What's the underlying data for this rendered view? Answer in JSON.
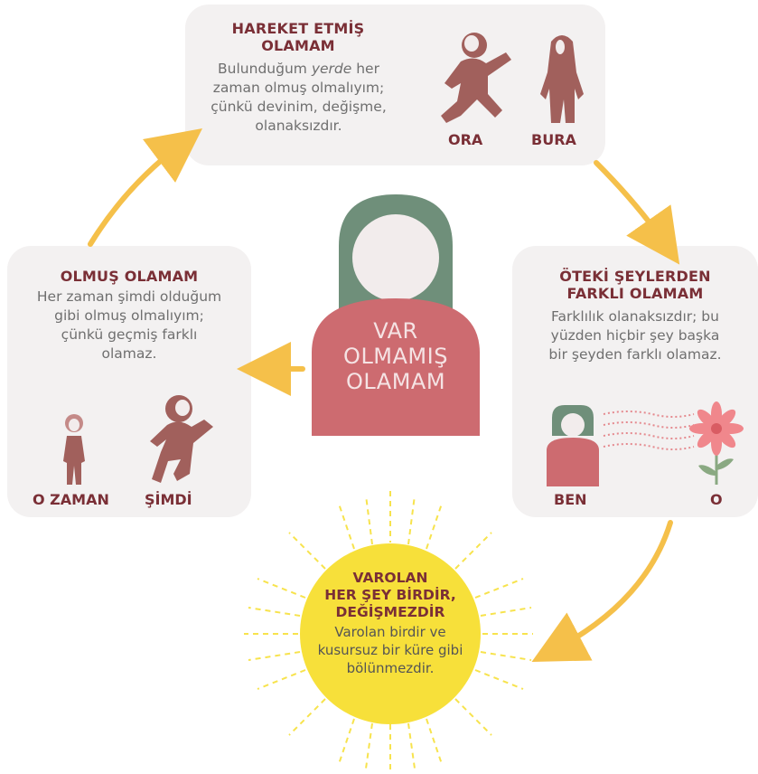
{
  "colors": {
    "card_bg": "#f3f1f1",
    "figure": "#a1605c",
    "figure_light": "#c48a88",
    "hair": "#6f8f7a",
    "face": "#f2ecec",
    "body_pink": "#cd6b70",
    "arrow": "#f5c04a",
    "sun": "#f7e03a",
    "title": "#7a2f36",
    "text": "#6f6f6f"
  },
  "top": {
    "title_1": "HAREKET ETMİŞ",
    "title_2": "OLAMAM",
    "body_1": "Bulunduğum ",
    "body_em": "yerde",
    "body_2": " her",
    "body_3": "zaman olmuş olmalıyım;",
    "body_4": "çünkü devinim, değişme,",
    "body_5": "olanaksızdır.",
    "label_left": "ORA",
    "label_right": "BURA"
  },
  "left": {
    "title": "OLMUŞ OLAMAM",
    "body_1": "Her zaman şimdi olduğum",
    "body_2": "gibi olmuş olmalıyım;",
    "body_3": "çünkü geçmiş farklı",
    "body_4": "olamaz.",
    "label_left": "O ZAMAN",
    "label_right": "ŞİMDİ"
  },
  "right": {
    "title_1": "ÖTEKİ ŞEYLERDEN",
    "title_2": "FARKLI OLAMAM",
    "body_1": "Farklılık olanaksızdır; bu",
    "body_2": "yüzden hiçbir şey başka",
    "body_3": "bir şeyden farklı olamaz.",
    "label_left": "BEN",
    "label_right": "O"
  },
  "center": {
    "line_1": "VAR",
    "line_2": "OLMAMIŞ",
    "line_3": "OLAMAM"
  },
  "sun": {
    "title_1": "VAROLAN",
    "title_2": "HER ŞEY BİRDİR,",
    "title_3": "DEĞİŞMEZDİR",
    "body_1": "Varolan birdir ve",
    "body_2": "kusursuz bir küre gibi",
    "body_3": "bölünmezdir."
  }
}
